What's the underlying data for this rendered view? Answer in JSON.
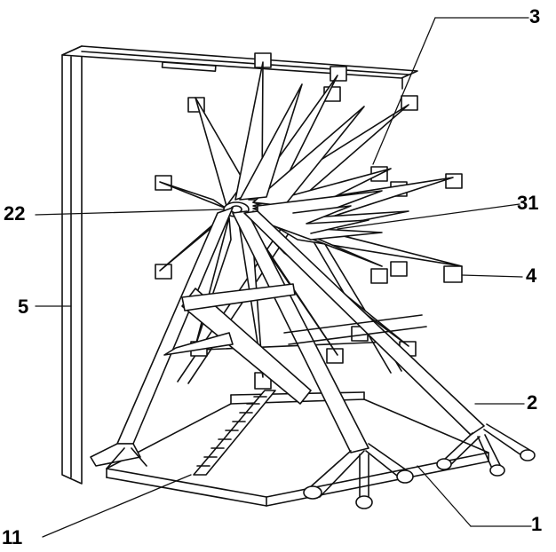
{
  "figure": {
    "background": "#ffffff",
    "line_color": "#111111",
    "callouts": [
      {
        "id": "3",
        "text": "3"
      },
      {
        "id": "22",
        "text": "22"
      },
      {
        "id": "31",
        "text": "31"
      },
      {
        "id": "4",
        "text": "4"
      },
      {
        "id": "5",
        "text": "5"
      },
      {
        "id": "2",
        "text": "2"
      },
      {
        "id": "1",
        "text": "1"
      },
      {
        "id": "11",
        "text": "11"
      }
    ]
  }
}
